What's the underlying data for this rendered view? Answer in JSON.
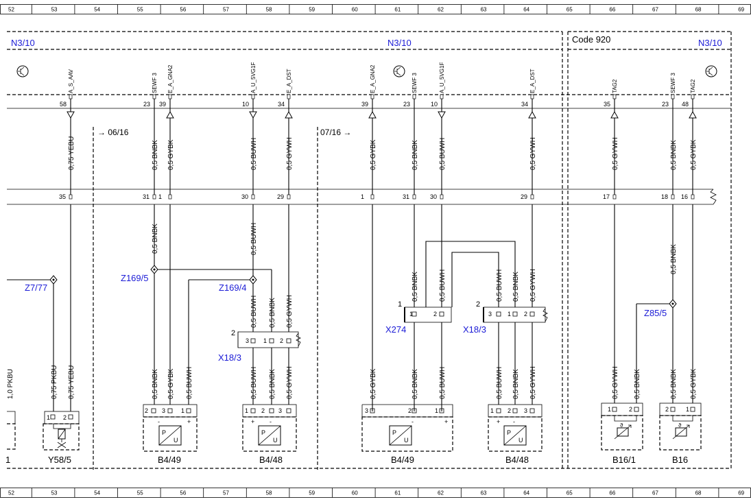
{
  "ruler_numbers": [
    "52",
    "53",
    "54",
    "55",
    "56",
    "57",
    "58",
    "59",
    "60",
    "61",
    "62",
    "63",
    "64",
    "65",
    "66",
    "67",
    "68",
    "69"
  ],
  "modules": {
    "left": "N3/10",
    "center": "N3/10",
    "right": "N3/10",
    "code": "Code 920"
  },
  "refs": {
    "r1": "→ 06/16",
    "r2": "07/16 →"
  },
  "top_pins": [
    {
      "name": "A_S_AAV",
      "num": "58"
    },
    {
      "name": "SEWF 3",
      "num": "23"
    },
    {
      "name": "E_A_GNA2",
      "num": "39"
    },
    {
      "name": "A_U_5VG1F",
      "num": "10"
    },
    {
      "name": "E_A_DST",
      "num": "34"
    },
    {
      "name": "E_A_GNA2",
      "num": "39"
    },
    {
      "name": "SEWF 3",
      "num": "23"
    },
    {
      "name": "A_U_5VG1F",
      "num": "10"
    },
    {
      "name": "E_A_DST",
      "num": "34"
    },
    {
      "name": "TAG2",
      "num": "35"
    },
    {
      "name": "SEWF 3",
      "num": "23"
    },
    {
      "name": "TAG2",
      "num": "48"
    }
  ],
  "upper_wires": [
    "0,75 YEBU",
    "0,5 BNBK",
    "0,5 GYBK",
    "0,5 BUWH",
    "0,5 GYWH",
    "0,5 GYBK",
    "0,5 BNBK",
    "0,5 BUWH",
    "0,5 GYWH",
    "0,5 GYWH",
    "0,5 BNBK",
    "0,5 GYBK"
  ],
  "conn_pins": [
    "35",
    "31",
    "1",
    "30",
    "29",
    "1",
    "31",
    "30",
    "29",
    "17",
    "18",
    "16"
  ],
  "mid_wires": {
    "a": "0,5 BNBK",
    "b": "0,5 BUWH",
    "c": "0,5 BNBK",
    "d": "0,5 BUWH",
    "e": "0,5 BUWH",
    "f": "0,5 BNBK",
    "g": "0,5 GYWH",
    "h": "0,5 BNBK",
    "i": "0,5 BUWH",
    "j": "0,5 BNBK",
    "k": "0,5 GYWH"
  },
  "splices": {
    "z777": "Z7/77",
    "z1695": "Z169/5",
    "z1694": "Z169/4",
    "z855": "Z85/5"
  },
  "connectors": {
    "x183a": "X18/3",
    "x274": "X274",
    "x183b": "X18/3"
  },
  "lower_wires": [
    "1,0 PKBU",
    "0,75 PKBU",
    "0,75 YEBU",
    "0,5 BNBK",
    "0,5 GYBK",
    "0,5 BUWH",
    "0,5 BUWH",
    "0,5 BNBK",
    "0,5 GYWH",
    "0,5 GYBK",
    "0,5 BNBK",
    "0,5 BUWH",
    "0,5 BUWH",
    "0,5 BNBK",
    "0,5 GYWH",
    "0,5 GYWH",
    "0,5 BNBK",
    "0,5 BNBK",
    "0,5 GYBK"
  ],
  "components": {
    "c1": "1",
    "y585": "Y58/5",
    "b449a": "B4/49",
    "b448a": "B4/48",
    "b449b": "B4/49",
    "b448b": "B4/48",
    "b161": "B16/1",
    "b16": "B16"
  },
  "misc": {
    "two": "2",
    "one": "1",
    "three": "3",
    "plus": "+",
    "minus": "-",
    "p": "P",
    "u": "U"
  }
}
